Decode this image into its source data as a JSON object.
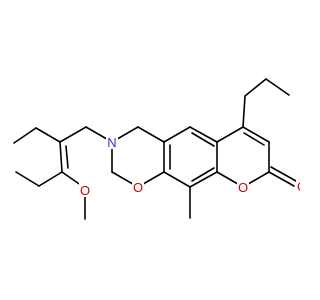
{
  "molecule": {
    "atoms": {
      "n_ring": "N",
      "o_oxazine": "O",
      "o_lactone": "O",
      "o_carbonyl": "O",
      "o_methoxy": "O"
    }
  },
  "colors": {
    "bond": "#000000",
    "nitrogen": "#3333cc",
    "oxygen": "#cc0000",
    "background": "#ffffff"
  }
}
